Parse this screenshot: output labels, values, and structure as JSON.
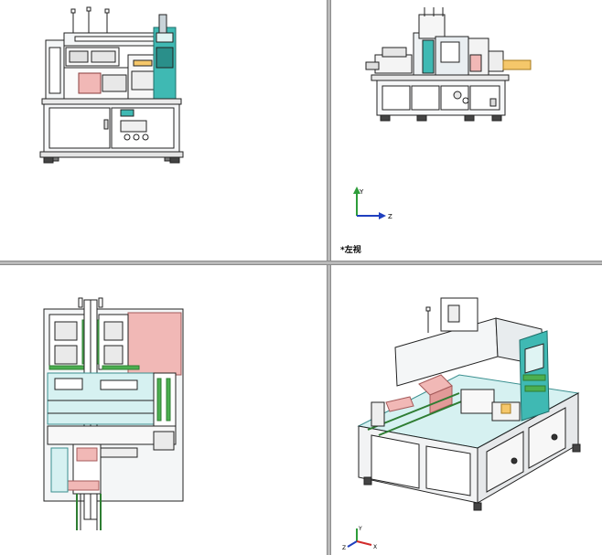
{
  "viewports": {
    "top_left": {
      "name": "front-view"
    },
    "top_right": {
      "name": "left-view",
      "label": "*左视"
    },
    "bottom_left": {
      "name": "top-view"
    },
    "bottom_right": {
      "name": "isometric-view"
    }
  },
  "triad": {
    "y": "Y",
    "z": "Z",
    "x": "X"
  },
  "colors": {
    "frame": "#e8ecee",
    "outline": "#222222",
    "teal": "#3fb9b3",
    "pink": "#f1b8b6",
    "green": "#4caf50",
    "light_cyan": "#d6f1f1",
    "splitter": "#b9b9b9"
  }
}
